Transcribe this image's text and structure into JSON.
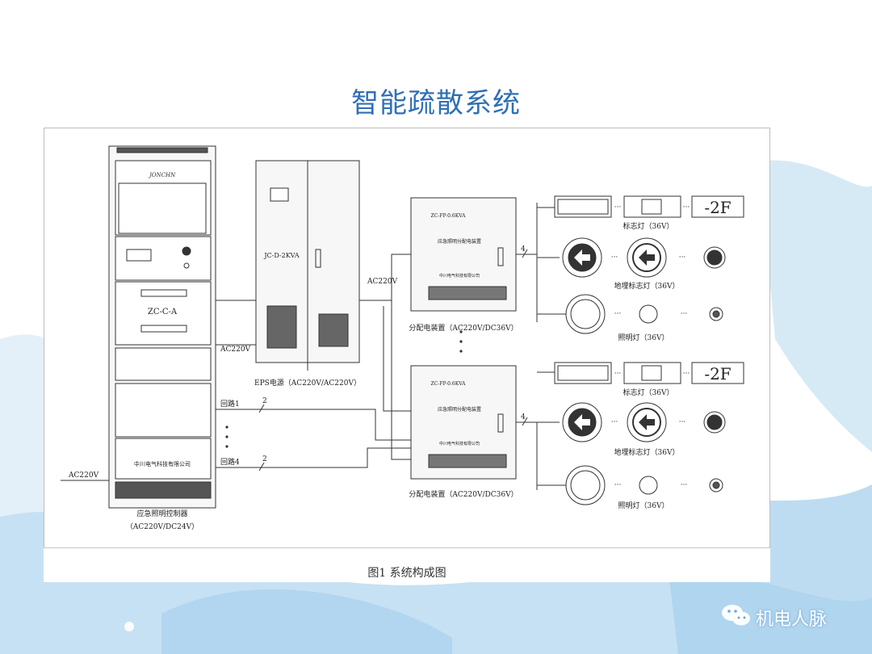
{
  "slide": {
    "title": "智能疏散系统"
  },
  "figure": {
    "caption": "图1 系统构成图"
  },
  "controller": {
    "model": "ZC-C-A",
    "company": "中川电气科技有限公司",
    "name": "应急照明控制器",
    "spec": "（AC220V/DC24V）",
    "input_label": "AC220V",
    "circuit1": "回路1",
    "circuit4": "回路4",
    "wire_count": "2"
  },
  "eps": {
    "model": "JC-D-2KVA",
    "name": "EPS电源（AC220V/AC220V）",
    "input_label": "AC220V",
    "output_label": "AC220V"
  },
  "distribution": {
    "top_model": "ZC-FP-0.6KVA",
    "bottom_model": "ZC-FP-0.6KVA",
    "panel_title": "应急照明分配电装置",
    "company": "中川电气科技有限公司",
    "name": "分配电装置（AC220V/DC36V）",
    "wire_count": "4"
  },
  "fixtures": {
    "sign_label": "标志灯（36V）",
    "floor_sign_label": "地埋标志灯（36V）",
    "lighting_label": "照明灯（36V）",
    "floor_indicator": "-2F",
    "ellipsis": "···"
  },
  "watermark": {
    "text": "机电人脉"
  },
  "colors": {
    "title": "#2f6fb6",
    "background_wash": "#cfe6f5"
  }
}
